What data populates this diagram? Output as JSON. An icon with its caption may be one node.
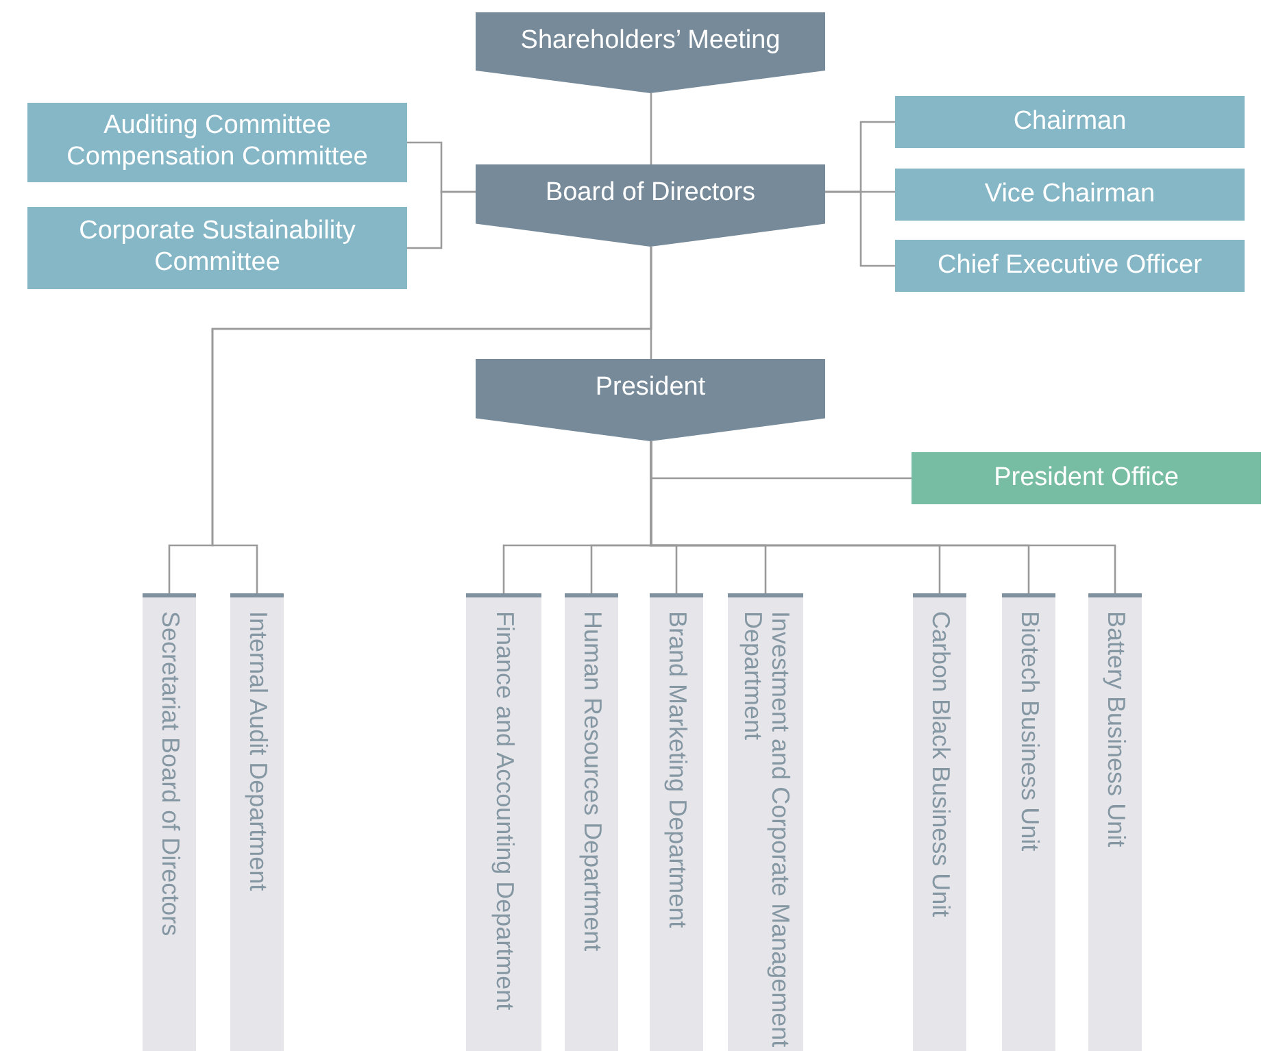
{
  "diagram": {
    "nodes": [
      {
        "text": [
          "Shareholders’ Meeting"
        ]
      },
      {
        "text": [
          "Auditing Committee Compensation Committee"
        ]
      },
      {
        "text": [
          "Corporate Sustainability Committee"
        ]
      },
      {
        "text": [
          "Board of Directors"
        ]
      },
      {
        "text": [
          "Chairman"
        ]
      },
      {
        "text": [
          "Vice Chairman"
        ]
      },
      {
        "text": [
          "Chief Executive Officer"
        ]
      },
      {
        "text": [
          "President"
        ]
      },
      {
        "text": [
          "President Office"
        ]
      },
      {
        "text": [
          "Secretariat Board of Directors"
        ]
      },
      {
        "text": [
          "Internal Audit Department"
        ]
      },
      {
        "text": [
          "Finance and Accounting Department"
        ]
      },
      {
        "text": [
          "Human Resources Department"
        ]
      },
      {
        "text": [
          "Brand Marketing Department"
        ]
      },
      {
        "text": [
          "Investment and Corporate Management Department"
        ]
      },
      {
        "text": [
          "Carbon Black Business Unit"
        ]
      },
      {
        "text": [
          "Biotech Business Unit"
        ]
      },
      {
        "text": [
          "Battery Business Unit"
        ]
      }
    ],
    "edges": [
      {
        "from": 0,
        "to": 3,
        "arrow": "none"
      },
      {
        "from": 3,
        "to": 1,
        "arrow": "none"
      },
      {
        "from": 3,
        "to": 2,
        "arrow": "none"
      },
      {
        "from": 3,
        "to": 4,
        "arrow": "none"
      },
      {
        "from": 3,
        "to": 5,
        "arrow": "none"
      },
      {
        "from": 3,
        "to": 6,
        "arrow": "none"
      },
      {
        "from": 3,
        "to": 7,
        "arrow": "none"
      },
      {
        "from": 3,
        "to": 9,
        "arrow": "none"
      },
      {
        "from": 3,
        "to": 10,
        "arrow": "none"
      },
      {
        "from": 7,
        "to": 8,
        "arrow": "none"
      },
      {
        "from": 7,
        "to": 11,
        "arrow": "none"
      },
      {
        "from": 7,
        "to": 12,
        "arrow": "none"
      },
      {
        "from": 7,
        "to": 13,
        "arrow": "none"
      },
      {
        "from": 7,
        "to": 14,
        "arrow": "none"
      },
      {
        "from": 7,
        "to": 15,
        "arrow": "none"
      },
      {
        "from": 7,
        "to": 16,
        "arrow": "none"
      },
      {
        "from": 7,
        "to": 17,
        "arrow": "none"
      }
    ]
  }
}
